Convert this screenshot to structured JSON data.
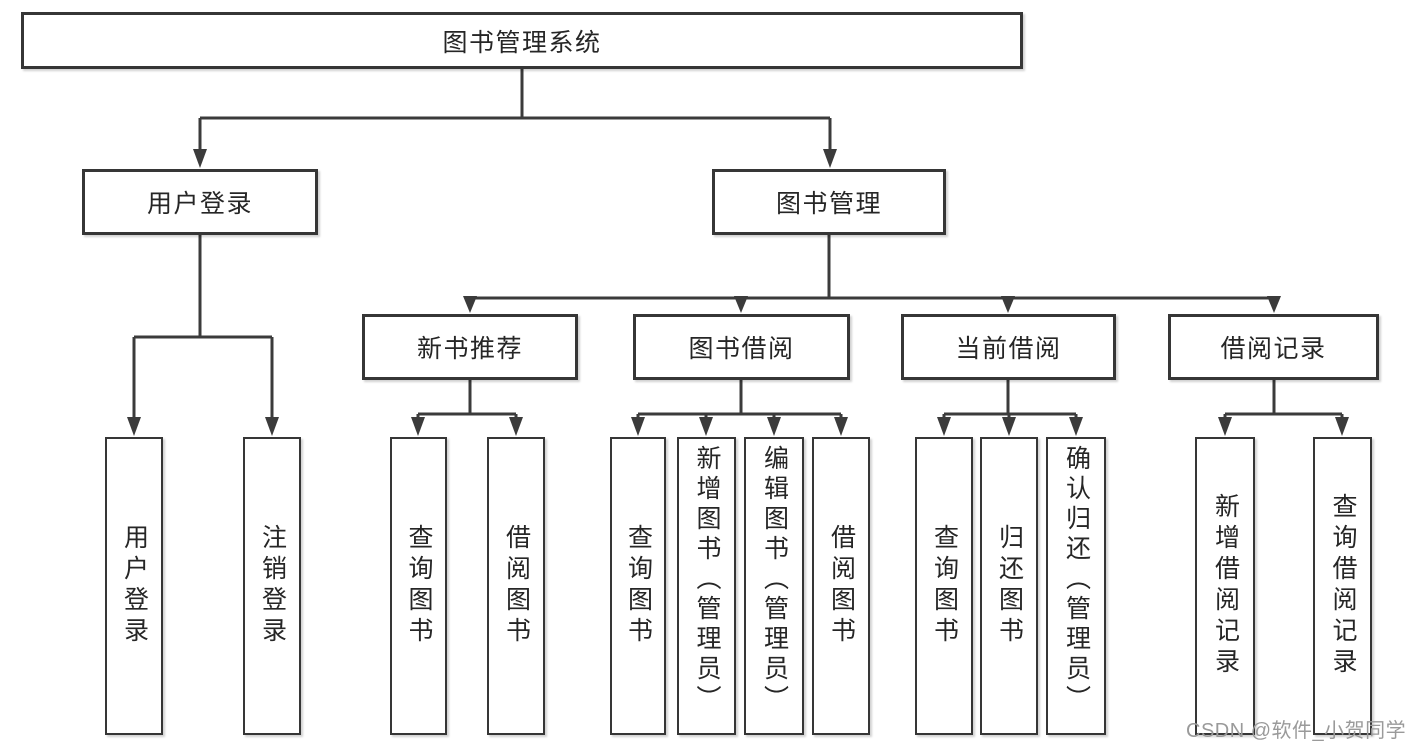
{
  "diagram": {
    "root": {
      "label": "图书管理系统"
    },
    "level1": [
      {
        "label": "用户登录"
      },
      {
        "label": "图书管理"
      }
    ],
    "level2": [
      {
        "label": "新书推荐"
      },
      {
        "label": "图书借阅"
      },
      {
        "label": "当前借阅"
      },
      {
        "label": "借阅记录"
      }
    ],
    "leaves": {
      "user_login": [
        "用户登录",
        "注销登录"
      ],
      "new_books": [
        "查询图书",
        "借阅图书"
      ],
      "book_borrow": [
        "查询图书",
        "新增图书（管理员）",
        "编辑图书（管理员）",
        "借阅图书"
      ],
      "current_borrow": [
        "查询图书",
        "归还图书",
        "确认归还（管理员）"
      ],
      "borrow_records": [
        "新增借阅记录",
        "查询借阅记录"
      ]
    },
    "watermark": "CSDN @软件_小贺同学",
    "colors": {
      "line": "#3b3b3b",
      "border": "#363636",
      "text": "#262626",
      "watermark": "#9a9a9a",
      "background": "#ffffff"
    }
  }
}
